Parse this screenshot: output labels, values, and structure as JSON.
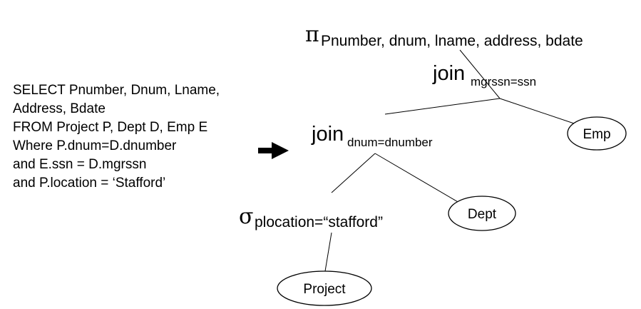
{
  "sql": {
    "lines": [
      "SELECT  Pnumber, Dnum, Lname,",
      "Address, Bdate",
      "FROM Project P, Dept D, Emp E",
      "Where P.dnum=D.dnumber",
      "and E.ssn = D.mgrssn",
      "and P.location = ‘Stafford’"
    ]
  },
  "tree": {
    "projection": {
      "symbol": "π",
      "attributes": "Pnumber, dnum, lname, address, bdate"
    },
    "join_top": {
      "label": "join",
      "condition": "mgrssn=ssn"
    },
    "join_bottom": {
      "label": "join",
      "condition": "dnum=dnumber"
    },
    "selection": {
      "symbol": "σ",
      "condition": "plocation=“stafford”"
    },
    "relations": {
      "emp": "Emp",
      "dept": "Dept",
      "project": "Project"
    }
  },
  "colors": {
    "foreground": "#000000",
    "background": "#ffffff"
  }
}
